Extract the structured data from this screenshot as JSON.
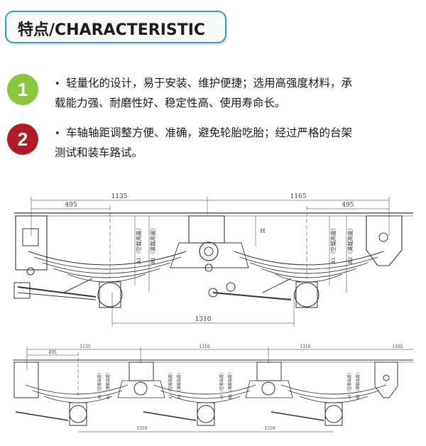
{
  "header": {
    "title": "特点/CHARACTERISTIC",
    "border_color": "#3a9ad8"
  },
  "features": [
    {
      "number": "1",
      "color": "#8cc63e",
      "bullet": "•",
      "line1": "轻量化的设计，易于安装、维护便捷；选用高强度材料，承",
      "line2": "载能力强、耐磨性好、稳定性高、使用寿命长。"
    },
    {
      "number": "2",
      "color": "#b01c25",
      "bullet": "•",
      "line1": "车轴轴距调整方便、准确，避免轮胎吃胎；经过严格的台架",
      "line2": "测试和装车路试。"
    }
  ],
  "drawing_top": {
    "dim_1135": "1135",
    "dim_1165": "1165",
    "dim_495_left": "495",
    "dim_495_right": "495",
    "dim_1310": "1310",
    "dim_h": "H",
    "a1_label": "A1（空载高度）",
    "b1_label": "B1（满载高度）",
    "a2_label": "A1（空载高度）",
    "b2_label": "B2（满载高度）"
  },
  "drawing_bottom": {
    "dim_495": "495",
    "dim_1135": "1135",
    "dim_1310_top": "1310",
    "dim_1310_top_b": "1310",
    "dim_1165": "1165",
    "dim_1310_bottom_a": "1310",
    "dim_1310_bottom_b": "1310",
    "lbl_a1": "A1（空载高度）",
    "lbl_b1": "B1（满载高度）",
    "lbl_a2": "A1（空载高度）",
    "lbl_b2": "B1（满载高度）",
    "lbl_a3": "A1（空载高度）",
    "lbl_b3": "B1（满载高度）",
    "lbl_a4": "A1（空载高度）",
    "lbl_b4": "B1（满载高度）"
  }
}
